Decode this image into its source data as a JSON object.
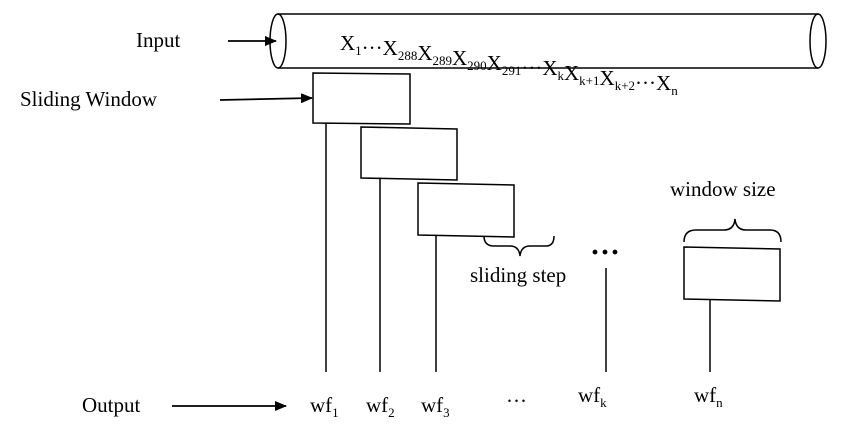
{
  "labels": {
    "input": "Input",
    "sliding_window": "Sliding Window",
    "output": "Output",
    "sliding_step": "sliding step",
    "window_size": "window size",
    "ellipsis_mid": "···",
    "ellipsis_out": "···"
  },
  "sequence": [
    {
      "base": "X",
      "sub": "1"
    },
    {
      "sep": "···"
    },
    {
      "base": "X",
      "sub": "288"
    },
    {
      "base": "X",
      "sub": "289"
    },
    {
      "base": "X",
      "sub": "290"
    },
    {
      "base": "X",
      "sub": "291"
    },
    {
      "sep": "···"
    },
    {
      "base": "X",
      "sub": "k"
    },
    {
      "base": "X",
      "sub": "k+1"
    },
    {
      "base": "X",
      "sub": "k+2"
    },
    {
      "sep": "···"
    },
    {
      "base": "X",
      "sub": "n"
    }
  ],
  "outputs": [
    {
      "base": "wf",
      "sub": "1"
    },
    {
      "base": "wf",
      "sub": "2"
    },
    {
      "base": "wf",
      "sub": "3"
    },
    {
      "base": "wf",
      "sub": "k"
    },
    {
      "base": "wf",
      "sub": "n"
    }
  ]
}
